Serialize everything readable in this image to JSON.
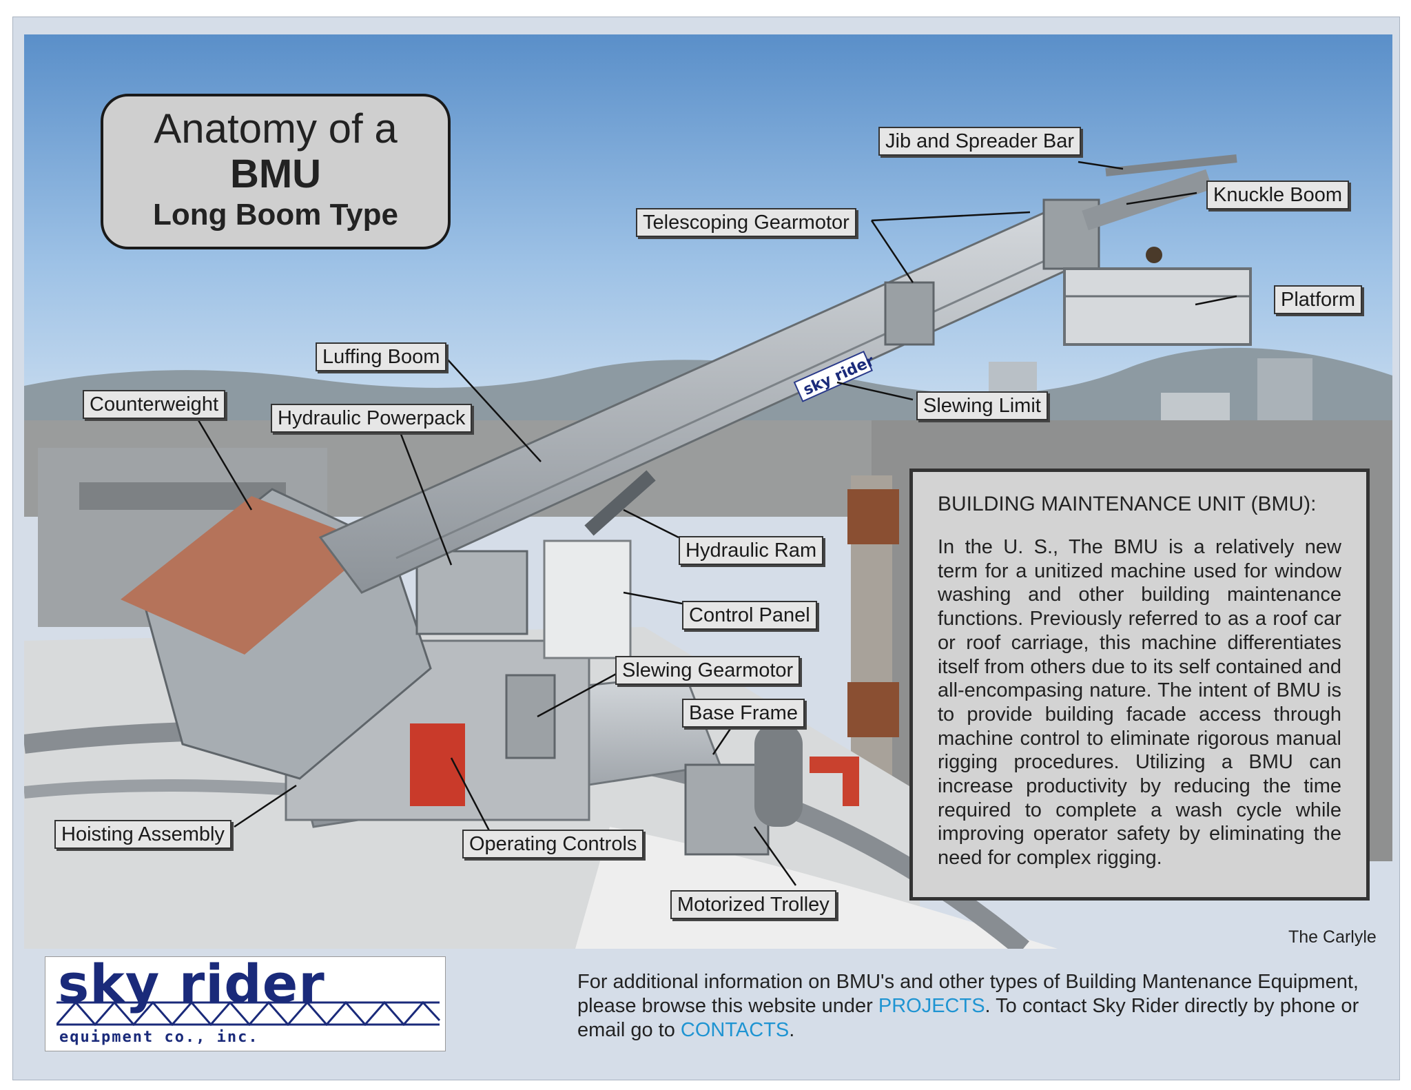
{
  "title": {
    "line1": "Anatomy of a",
    "line2": "BMU",
    "line3": "Long Boom Type"
  },
  "labels": {
    "jib_spreader_bar": "Jib and Spreader Bar",
    "knuckle_boom": "Knuckle Boom",
    "telescoping_gearmotor": "Telescoping Gearmotor",
    "platform": "Platform",
    "luffing_boom": "Luffing Boom",
    "counterweight": "Counterweight",
    "hydraulic_powerpack": "Hydraulic Powerpack",
    "slewing_limit": "Slewing Limit",
    "hydraulic_ram": "Hydraulic Ram",
    "control_panel": "Control Panel",
    "slewing_gearmotor": "Slewing Gearmotor",
    "base_frame": "Base Frame",
    "hoisting_assembly": "Hoisting Assembly",
    "operating_controls": "Operating Controls",
    "motorized_trolley": "Motorized Trolley"
  },
  "info": {
    "heading": "BUILDING MAINTENANCE UNIT (BMU):",
    "body": "In the U. S., The BMU is a relatively new term for a unitized machine used for window washing and other building maintenance functions.  Previously referred to as a roof car or roof carriage, this machine differentiates itself from others due to its self contained and all-encompasing nature.  The intent of BMU is to provide building facade access through machine control to eliminate rigorous manual rigging procedures. Utilizing a BMU can increase productivity by reducing the time required to complete a wash cycle while improving operator safety by eliminating the need for complex rigging."
  },
  "photo_credit": "The Carlyle",
  "logo": {
    "brand": "sky rider",
    "sub": "equipment co., inc.",
    "boom_decal": "sky rider"
  },
  "footer": {
    "part1": "For additional information on BMU's and other types of Building Mantenance Equipment, please browse this website under ",
    "projects_link": "PROJECTS",
    "part2": ".  To contact Sky Rider directly by  phone or email go to ",
    "contacts_link": "CONTACTS",
    "part3": "."
  }
}
